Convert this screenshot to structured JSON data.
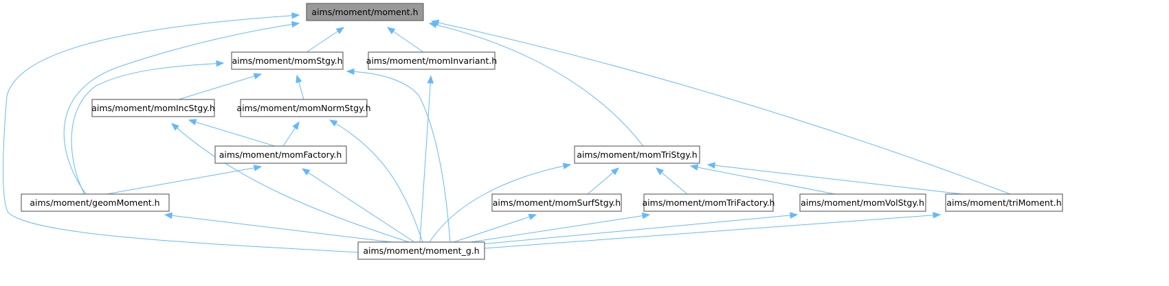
{
  "diagram": {
    "type": "include-dependency-graph",
    "colors": {
      "edge": "#63b8ff",
      "root_fill": "#999999",
      "node_fill": "#ffffff",
      "node_border": "#666666"
    },
    "nodes": [
      {
        "id": "moment",
        "label": "aims/moment/moment.h",
        "root": true
      },
      {
        "id": "momStgy",
        "label": "aims/moment/momStgy.h"
      },
      {
        "id": "momInvariant",
        "label": "aims/moment/momInvariant.h"
      },
      {
        "id": "momIncStgy",
        "label": "aims/moment/momIncStgy.h"
      },
      {
        "id": "momNormStgy",
        "label": "aims/moment/momNormStgy.h"
      },
      {
        "id": "momFactory",
        "label": "aims/moment/momFactory.h"
      },
      {
        "id": "geomMoment",
        "label": "aims/moment/geomMoment.h"
      },
      {
        "id": "moment_g",
        "label": "aims/moment/moment_g.h"
      },
      {
        "id": "momTriStgy",
        "label": "aims/moment/momTriStgy.h"
      },
      {
        "id": "momSurfStgy",
        "label": "aims/moment/momSurfStgy.h"
      },
      {
        "id": "momTriFactory",
        "label": "aims/moment/momTriFactory.h"
      },
      {
        "id": "momVolStgy",
        "label": "aims/moment/momVolStgy.h"
      },
      {
        "id": "triMoment",
        "label": "aims/moment/triMoment.h"
      }
    ],
    "edges": [
      {
        "from": "momStgy",
        "to": "moment"
      },
      {
        "from": "momInvariant",
        "to": "moment"
      },
      {
        "from": "geomMoment",
        "to": "moment"
      },
      {
        "from": "moment_g",
        "to": "moment"
      },
      {
        "from": "momTriStgy",
        "to": "moment"
      },
      {
        "from": "triMoment",
        "to": "moment"
      },
      {
        "from": "momIncStgy",
        "to": "momStgy"
      },
      {
        "from": "momNormStgy",
        "to": "momStgy"
      },
      {
        "from": "geomMoment",
        "to": "momStgy"
      },
      {
        "from": "moment_g",
        "to": "momStgy"
      },
      {
        "from": "moment_g",
        "to": "momInvariant"
      },
      {
        "from": "momFactory",
        "to": "momIncStgy"
      },
      {
        "from": "moment_g",
        "to": "momIncStgy"
      },
      {
        "from": "momFactory",
        "to": "momNormStgy"
      },
      {
        "from": "moment_g",
        "to": "momNormStgy"
      },
      {
        "from": "geomMoment",
        "to": "momFactory"
      },
      {
        "from": "moment_g",
        "to": "momFactory"
      },
      {
        "from": "moment_g",
        "to": "geomMoment"
      },
      {
        "from": "momSurfStgy",
        "to": "momTriStgy"
      },
      {
        "from": "momTriFactory",
        "to": "momTriStgy"
      },
      {
        "from": "momVolStgy",
        "to": "momTriStgy"
      },
      {
        "from": "triMoment",
        "to": "momTriStgy"
      },
      {
        "from": "moment_g",
        "to": "momTriStgy"
      },
      {
        "from": "moment_g",
        "to": "momSurfStgy"
      },
      {
        "from": "moment_g",
        "to": "momTriFactory"
      },
      {
        "from": "moment_g",
        "to": "momVolStgy"
      },
      {
        "from": "moment_g",
        "to": "triMoment"
      }
    ]
  }
}
